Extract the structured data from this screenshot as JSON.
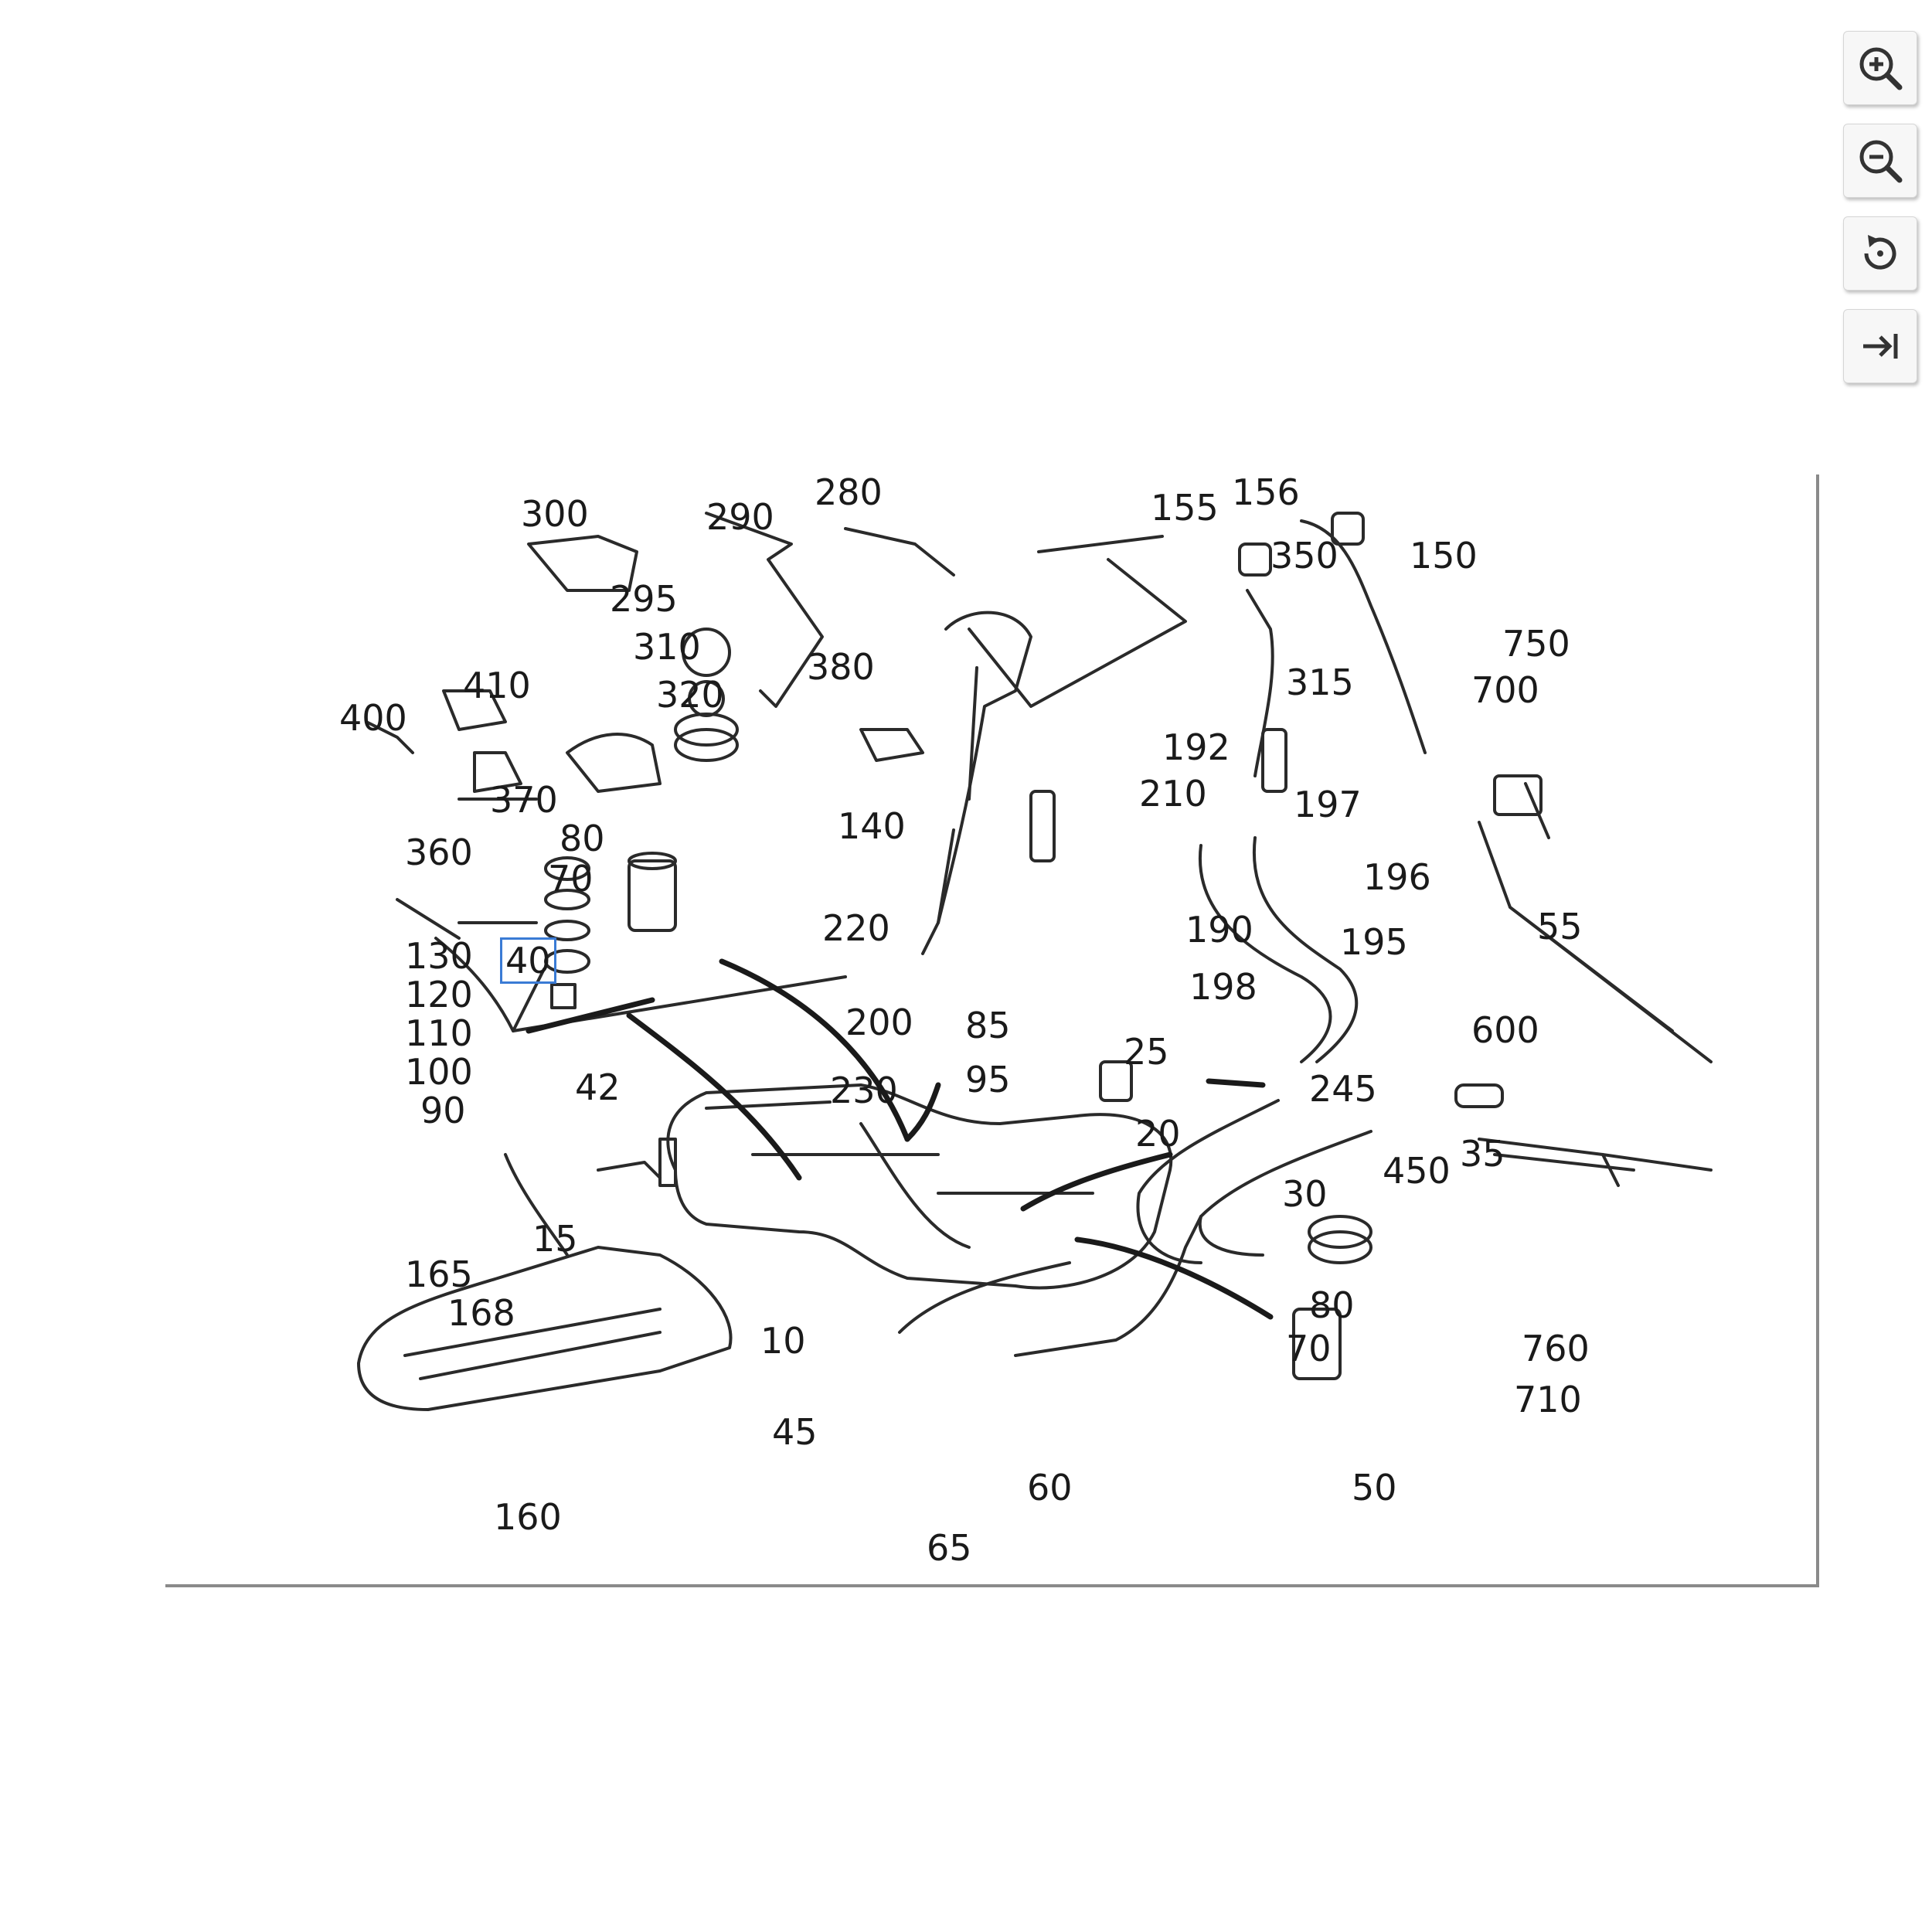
{
  "toolbar": {
    "buttons": [
      {
        "name": "zoom-in-button",
        "icon": "zoom-in-icon"
      },
      {
        "name": "zoom-out-button",
        "icon": "zoom-out-icon"
      },
      {
        "name": "reset-view-button",
        "icon": "rotate-reset-icon"
      },
      {
        "name": "collapse-panel-button",
        "icon": "arrow-to-right-icon"
      }
    ]
  },
  "diagram": {
    "selected_part": "40",
    "highlight_color": "#3a7bd5",
    "labels": [
      {
        "id": "300",
        "text": "300"
      },
      {
        "id": "290",
        "text": "290"
      },
      {
        "id": "280",
        "text": "280"
      },
      {
        "id": "155",
        "text": "155"
      },
      {
        "id": "156",
        "text": "156"
      },
      {
        "id": "150",
        "text": "150"
      },
      {
        "id": "350",
        "text": "350"
      },
      {
        "id": "295",
        "text": "295"
      },
      {
        "id": "310",
        "text": "310"
      },
      {
        "id": "320",
        "text": "320"
      },
      {
        "id": "380",
        "text": "380"
      },
      {
        "id": "315",
        "text": "315"
      },
      {
        "id": "750",
        "text": "750"
      },
      {
        "id": "700",
        "text": "700"
      },
      {
        "id": "410",
        "text": "410"
      },
      {
        "id": "400",
        "text": "400"
      },
      {
        "id": "192",
        "text": "192"
      },
      {
        "id": "210",
        "text": "210"
      },
      {
        "id": "197",
        "text": "197"
      },
      {
        "id": "370",
        "text": "370"
      },
      {
        "id": "360",
        "text": "360"
      },
      {
        "id": "140",
        "text": "140"
      },
      {
        "id": "80a",
        "text": "80"
      },
      {
        "id": "70a",
        "text": "70"
      },
      {
        "id": "196",
        "text": "196"
      },
      {
        "id": "190",
        "text": "190"
      },
      {
        "id": "220",
        "text": "220"
      },
      {
        "id": "195",
        "text": "195"
      },
      {
        "id": "55",
        "text": "55"
      },
      {
        "id": "130",
        "text": "130"
      },
      {
        "id": "40",
        "text": "40"
      },
      {
        "id": "120",
        "text": "120"
      },
      {
        "id": "198",
        "text": "198"
      },
      {
        "id": "110",
        "text": "110"
      },
      {
        "id": "85",
        "text": "85"
      },
      {
        "id": "200",
        "text": "200"
      },
      {
        "id": "600",
        "text": "600"
      },
      {
        "id": "25",
        "text": "25"
      },
      {
        "id": "100",
        "text": "100"
      },
      {
        "id": "42",
        "text": "42"
      },
      {
        "id": "95",
        "text": "95"
      },
      {
        "id": "230",
        "text": "230"
      },
      {
        "id": "245",
        "text": "245"
      },
      {
        "id": "90",
        "text": "90"
      },
      {
        "id": "20",
        "text": "20"
      },
      {
        "id": "35",
        "text": "35"
      },
      {
        "id": "450",
        "text": "450"
      },
      {
        "id": "30",
        "text": "30"
      },
      {
        "id": "15",
        "text": "15"
      },
      {
        "id": "165",
        "text": "165"
      },
      {
        "id": "168",
        "text": "168"
      },
      {
        "id": "80b",
        "text": "80"
      },
      {
        "id": "10",
        "text": "10"
      },
      {
        "id": "760",
        "text": "760"
      },
      {
        "id": "70b",
        "text": "70"
      },
      {
        "id": "710",
        "text": "710"
      },
      {
        "id": "45",
        "text": "45"
      },
      {
        "id": "60",
        "text": "60"
      },
      {
        "id": "50",
        "text": "50"
      },
      {
        "id": "160",
        "text": "160"
      },
      {
        "id": "65",
        "text": "65"
      }
    ]
  }
}
